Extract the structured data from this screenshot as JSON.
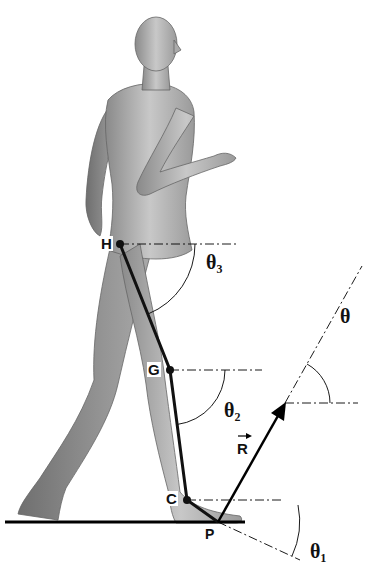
{
  "diagram": {
    "labels": [
      "H",
      "θ₃",
      "G",
      "θ₂",
      "θ",
      "R",
      "C",
      "P",
      "θ₁"
    ]
  }
}
